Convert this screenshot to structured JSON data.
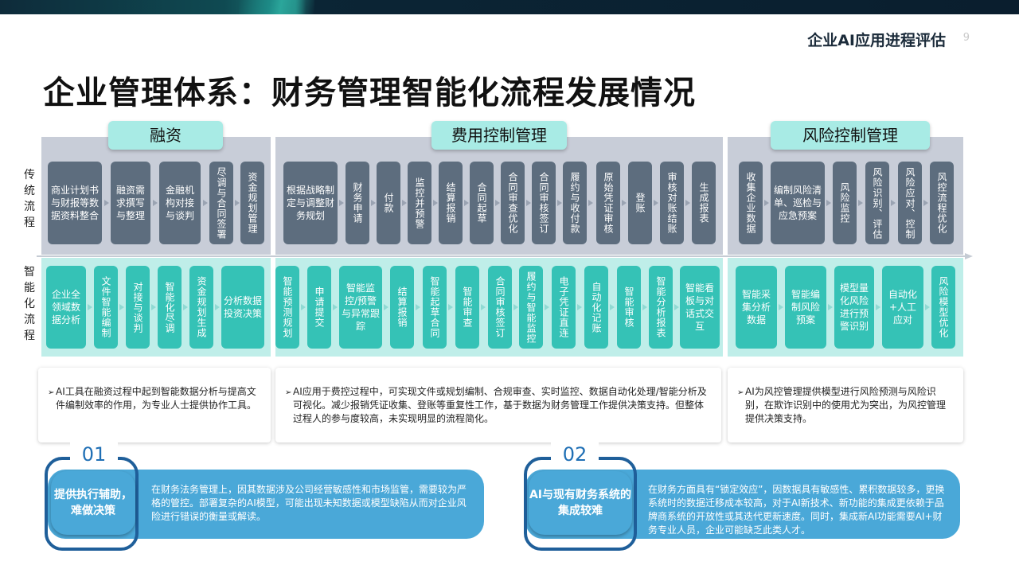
{
  "header": {
    "title": "企业AI应用进程评估",
    "page_number": "9"
  },
  "main_title": "企业管理体系：财务管理智能化流程发展情况",
  "row_labels": {
    "traditional": "传统流程",
    "intelligent": "智能化流程"
  },
  "sections": {
    "financing": {
      "title": "融资",
      "traditional": [
        "商业计划书与财报等数据资料整合",
        "融资需求撰写与整理",
        "金融机构对接与谈判",
        "尽调与合同签署",
        "资金规划管理"
      ],
      "intelligent": [
        "企业全领域数据分析",
        "文件智能编制",
        "对接与谈判",
        "智能化尽调",
        "资金规划生成",
        "分析数据投资决策"
      ],
      "note": "AI工具在融资过程中起到智能数据分析与提高文件编制效率的作用，为专业人士提供协作工具。"
    },
    "expense": {
      "title": "费用控制管理",
      "traditional": [
        "根据战略制定与调整财务规划",
        "财务申请",
        "付款",
        "监控并预警",
        "结算报销",
        "合同起草",
        "合同审查优化",
        "合同审核签订",
        "履约与收付款",
        "原始凭证审核",
        "登账",
        "审核对账结账",
        "生成报表"
      ],
      "intelligent": [
        "智能预测规划",
        "申请提交",
        "智能监控/预警与异常跟踪",
        "结算报销",
        "智能起草合同",
        "智能审查",
        "合同审核签订",
        "履约与智能监控",
        "电子凭证直连",
        "自动化记账",
        "智能审核",
        "智能分析报表",
        "智能看板与对话式交互"
      ],
      "note": "AI应用于费控过程中，可实现文件或规划编制、合规审查、实时监控、数据自动化处理/智能分析及可视化。减少报销凭证收集、登账等重复性工作，基于数据为财务管理工作提供决策支持。但整体过程人的参与度较高，未实现明显的流程简化。"
    },
    "risk": {
      "title": "风险控制管理",
      "traditional": [
        "收集企业数据",
        "编制风险清单、巡检与应急预案",
        "风险监控",
        "风险识别、评估",
        "风险应对、控制",
        "风控流程优化"
      ],
      "intelligent": [
        "智能采集分析数据",
        "智能编制风险预案",
        "模型量化风险进行预警识别",
        "自动化+人工应对",
        "风险模型优化"
      ],
      "note": "AI为风控管理提供模型进行风险预测与风险识别，在欺诈识别中的使用尤为突出，为风控管理提供决策支持。"
    }
  },
  "cards": [
    {
      "number": "01",
      "title": "提供执行辅助，难做决策",
      "text": "在财务法务管理上，因其数据涉及公司经营敏感性和市场监管，需要较为严格的管控。部署复杂的AI模型，可能出现未知数据或模型缺陷从而对企业风险进行错误的衡量或解读。"
    },
    {
      "number": "02",
      "title": "AI与现有财务系统的集成较难",
      "text": "在财务方面具有“锁定效应”，因数据具有敏感性、累积数据较多，更换系统时的数据迁移成本较高，对于AI新技术、新功能的集成更依赖于品牌商系统的开放性或其迭代更新速度。同时，集成新AI功能需要AI+财务专业人员，企业可能缺乏此类人才。"
    }
  ],
  "colors": {
    "gray_box": "#5d6d7e",
    "teal_box": "#35c2b6",
    "card_blue": "#4aa8d8",
    "badge_border": "#1f5f9a"
  }
}
